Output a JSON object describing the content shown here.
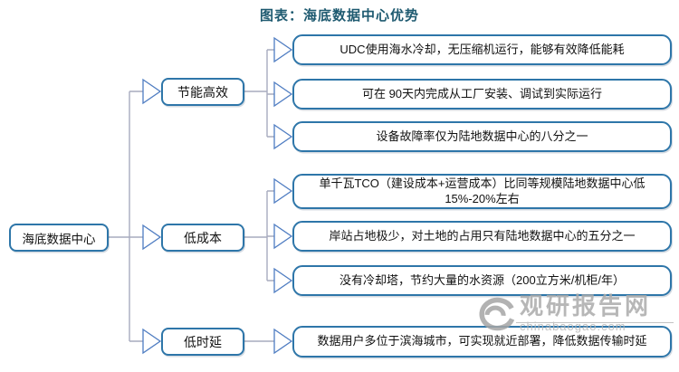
{
  "title": "图表：海底数据中心优势",
  "diagram": {
    "root": {
      "label": "海底数据中心"
    },
    "branches": [
      {
        "label": "节能高效",
        "leaves": [
          "UDC使用海水冷却，无压缩机运行，能够有效降低能耗",
          "可在 90天内完成从工厂安装、调试到实际运行",
          "设备故障率仅为陆地数据中心的八分之一"
        ]
      },
      {
        "label": "低成本",
        "leaves": [
          "单千瓦TCO（建设成本+运营成本）比同等规模陆地数据中心低15%-20%左右",
          "岸站占地极少，对土地的占用只有陆地数据中心的五分之一",
          "没有冷却塔，节约大量的水资源（200立方米/机柜/年）"
        ]
      },
      {
        "label": "低时延",
        "leaves": [
          "数据用户多位于滨海城市，可实现就近部署，降低数据传输时延"
        ]
      }
    ]
  },
  "watermark": {
    "name": "观研报告网",
    "domain": "chinabaogao.com",
    "logo": "swirl-logo-icon"
  },
  "colors": {
    "title": "#1E5A70",
    "box_border": "#2E76A9",
    "connector": "#A7ABBE",
    "arrow_stroke": "#4F7DC2",
    "watermark_gray": "#ABABAB"
  }
}
